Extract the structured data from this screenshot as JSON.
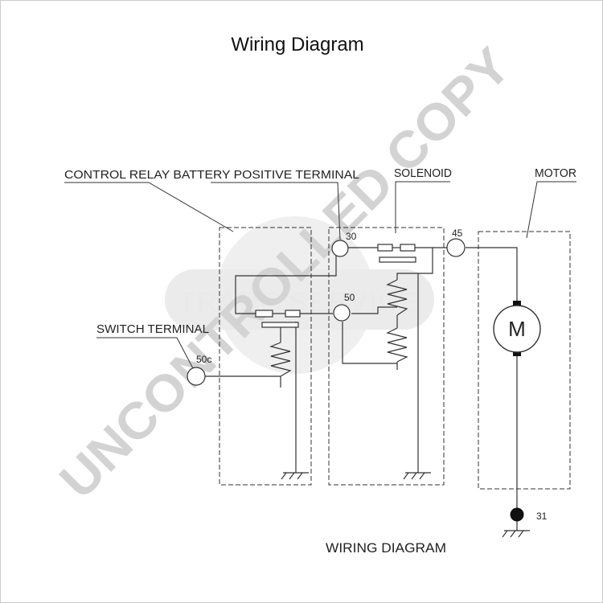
{
  "title": "Wiring Diagram",
  "labels": {
    "control_relay": "CONTROL RELAY BATTERY POSITIVE TERMINAL",
    "solenoid": "SOLENOID",
    "motor": "MOTOR",
    "switch_terminal": "SWITCH TERMINAL",
    "bottom_caption": "WIRING DIAGRAM"
  },
  "terminals": {
    "t30": "30",
    "t45": "45",
    "t50": "50",
    "t50c": "50c",
    "t31": "31"
  },
  "motor_symbol": "M",
  "watermark": {
    "main": "UNCONTROLLED COPY",
    "badge": "TRADE SERVICE"
  }
}
